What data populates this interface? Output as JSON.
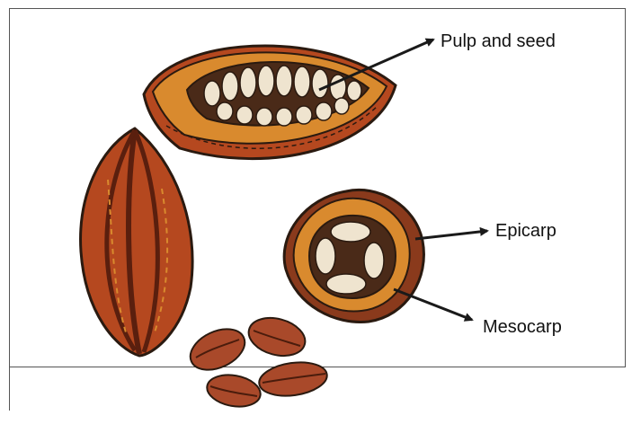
{
  "labels": {
    "pulp_and_seed": "Pulp and seed",
    "epicarp": "Epicarp",
    "mesocarp": "Mesocarp"
  },
  "colors": {
    "husk_orange": "#d98a2e",
    "husk_dark": "#8a3a1c",
    "pod_red": "#b5481f",
    "seed_cream": "#efe4cf",
    "bean_brown": "#a9492a",
    "outline": "#2a1a10",
    "arrow": "#1a1a1a"
  },
  "icons": {
    "arrow": "arrow-right-icon"
  }
}
